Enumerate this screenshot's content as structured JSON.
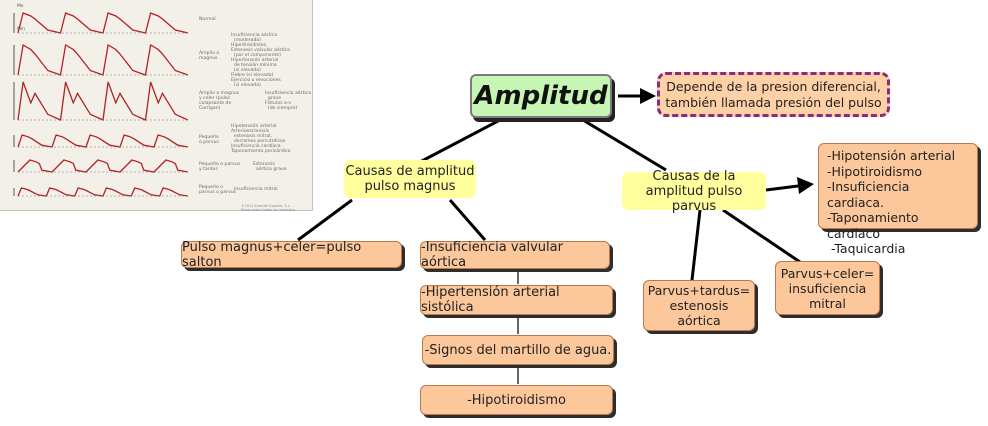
{
  "figure": {
    "row_labels": [
      "Normal",
      "Amplio o\nmagnus",
      "Amplio o magnus\ny celer (pulso\ncolapsante de\nCorrigan)",
      "Pequeño\no parvus",
      "Pequeño o parvus\ny tardus",
      "Pequeño o\nparvus o parvus"
    ],
    "row_causes": [
      "",
      "Insuficiencia aórtica\n  (moderada)\nHipertiroidismo\nEstenosis valvular aórtica\n  (por el componente)\nHipertensión arterial\n  de tensión mínima\n  (si elevada)\nFiebre (si elevada)\nEjercicio o emociones\n  (si elevada)",
      "Insuficiencia aórtica\n  grave\nFístulas a-v\n  (de siempre)",
      "Hipotensión arterial\nArterioesclerosis\n  estenosis mitral,\n  derrames pericárdicos\nInsuficiencia cardíaca\nTaponamiento pericárdico",
      "Estenosis\n  aórtica grave",
      "Insuficiencia mitral"
    ],
    "axis_marks": [
      "Mx",
      "Min"
    ],
    "corner_caption": "©2011 Elsevier España, S.L. Reservados todos los derechos"
  },
  "diagram": {
    "title": "Amplitud",
    "note": "Depende de la presion diferencial, también llamada presión del pulso",
    "magnus": {
      "label": "Causas de amplitud pulso magnus",
      "salton": "Pulso magnus+celer=pulso salton",
      "causes": [
        "-Insuficiencia valvular aórtica",
        "-Hipertensión arterial sistólica",
        "-Signos del martillo de agua.",
        "-Hipotiroidismo"
      ]
    },
    "parvus": {
      "label": "Causas de la amplitud pulso parvus",
      "causes": [
        "-Hipotensión arterial",
        "-Hipotiroidismo",
        "-Insuficiencia cardiaca.",
        "-Taponamiento cardiaco",
        " -Taquicardia"
      ],
      "tardus": "Parvus+tardus= estenosis aórtica",
      "celer": "Parvus+celer= insuficiencia mitral"
    }
  },
  "colors": {
    "title_fill": "#c6f5b4",
    "note_border": "#8a2a84",
    "cause_fill": "#fcc79b",
    "category_fill": "#ffff9e",
    "waveform": "#b22222"
  }
}
